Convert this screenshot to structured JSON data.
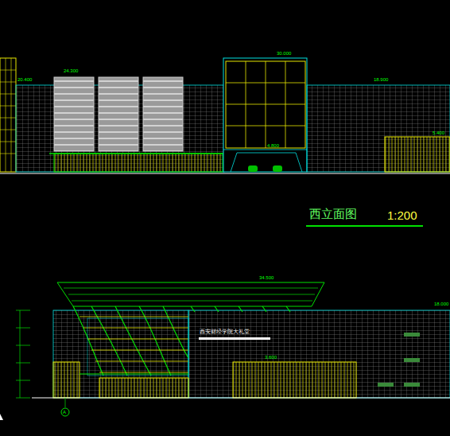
{
  "diagram": {
    "title": "西立面图",
    "labels": [
      "20.400",
      "24.300",
      "30.000",
      "4.800",
      "18.900",
      "5.400",
      "1:200",
      "34.500",
      "18.000",
      "西安财经学院大礼堂",
      "3.600",
      "A"
    ]
  }
}
